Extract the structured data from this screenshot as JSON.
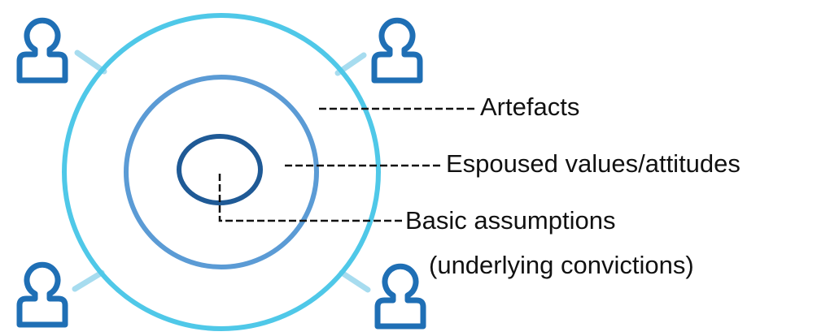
{
  "diagram": {
    "labels": {
      "artefacts": "Artefacts",
      "espoused": "Espoused values/attitudes",
      "basic": "Basic assumptions",
      "underlying": "(underlying convictions)"
    },
    "colors": {
      "outer_ring": "#4fc8e8",
      "middle_ring": "#5b9bd5",
      "inner_ring": "#1f5a96",
      "person_icon": "#1f6fb5",
      "connector": "#a7dcef",
      "leader_line": "#111111"
    },
    "icons": [
      "person-icon",
      "person-icon",
      "person-icon",
      "person-icon"
    ]
  }
}
